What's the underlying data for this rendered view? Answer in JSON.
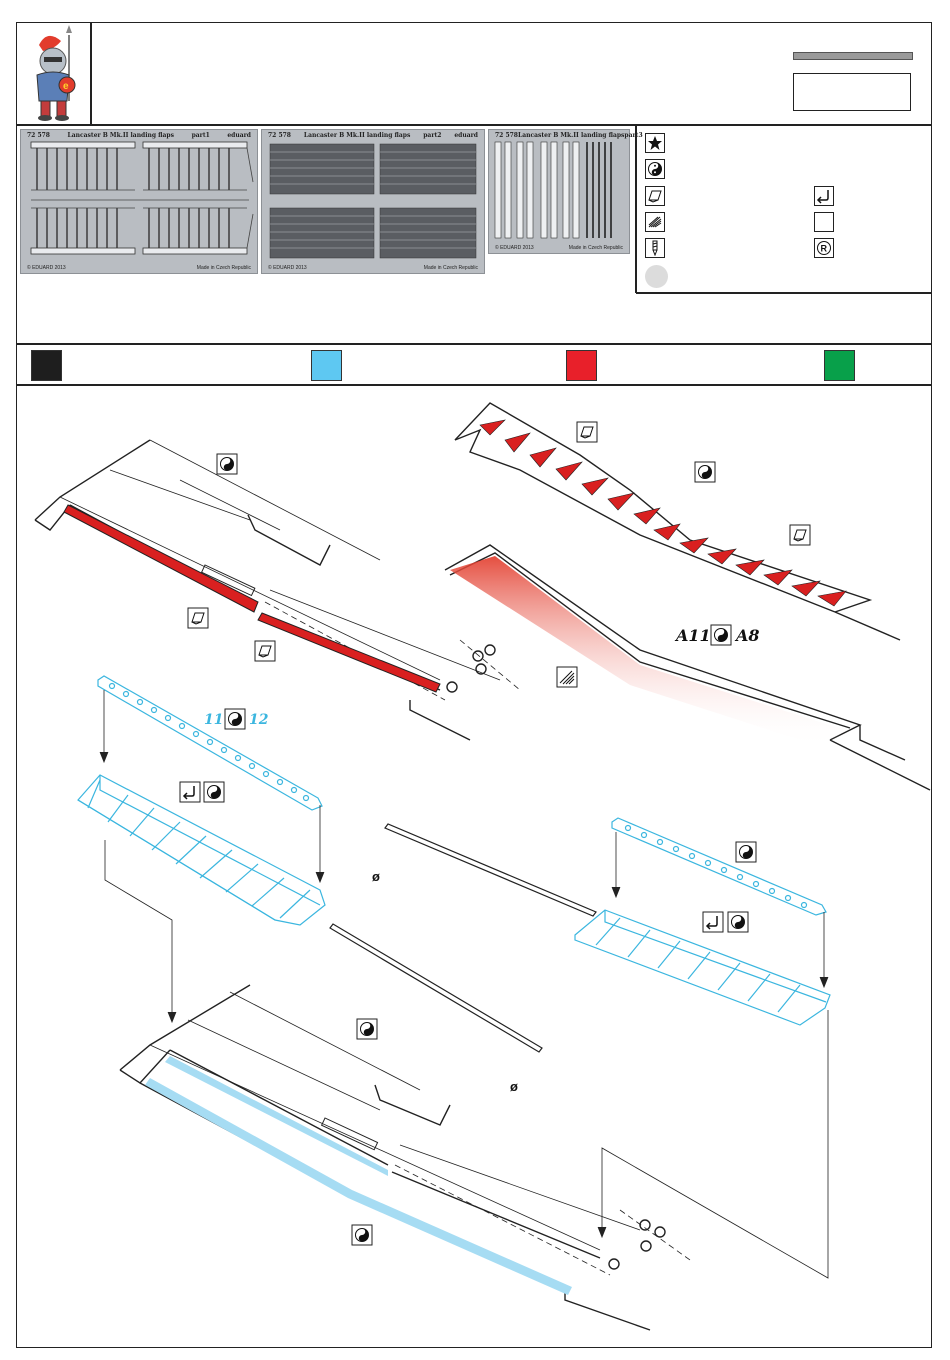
{
  "sheet": {
    "frets": [
      {
        "code": "72 578",
        "title": "Lancaster B Mk.II landing flaps",
        "part": "part1",
        "brand": "eduard",
        "copyright": "© EDUARD 2013",
        "made_in": "Made in Czech Republic"
      },
      {
        "code": "72 578",
        "title": "Lancaster B Mk.II landing flaps",
        "part": "part2",
        "brand": "eduard",
        "copyright": "© EDUARD 2013",
        "made_in": "Made in Czech Republic"
      },
      {
        "code": "72 578",
        "title": "Lancaster B Mk.II landing flaps",
        "part": "part3",
        "brand": "",
        "copyright": "© EDUARD 2013",
        "made_in": "Made in Czech Republic"
      }
    ],
    "legend_icons": [
      "star-icon",
      "yin-yang-icon",
      "fold-icon",
      "sanding-icon",
      "drill-icon",
      "bend-icon",
      "blank-icon",
      "resin-icon"
    ],
    "colors": {
      "swatches": [
        "#1e1e1e",
        "#5ec8f2",
        "#e8202a",
        "#08a04a"
      ],
      "line": "#222222",
      "pe_blue": "#3bb6df",
      "red": "#d92020"
    }
  },
  "steps": {
    "labels": {
      "left_wing_pair": [
        "11",
        "12"
      ],
      "right_detail_pair": [
        "A11",
        "A8"
      ],
      "rod_symbol_1": "ø",
      "rod_symbol_2": "ø"
    }
  }
}
